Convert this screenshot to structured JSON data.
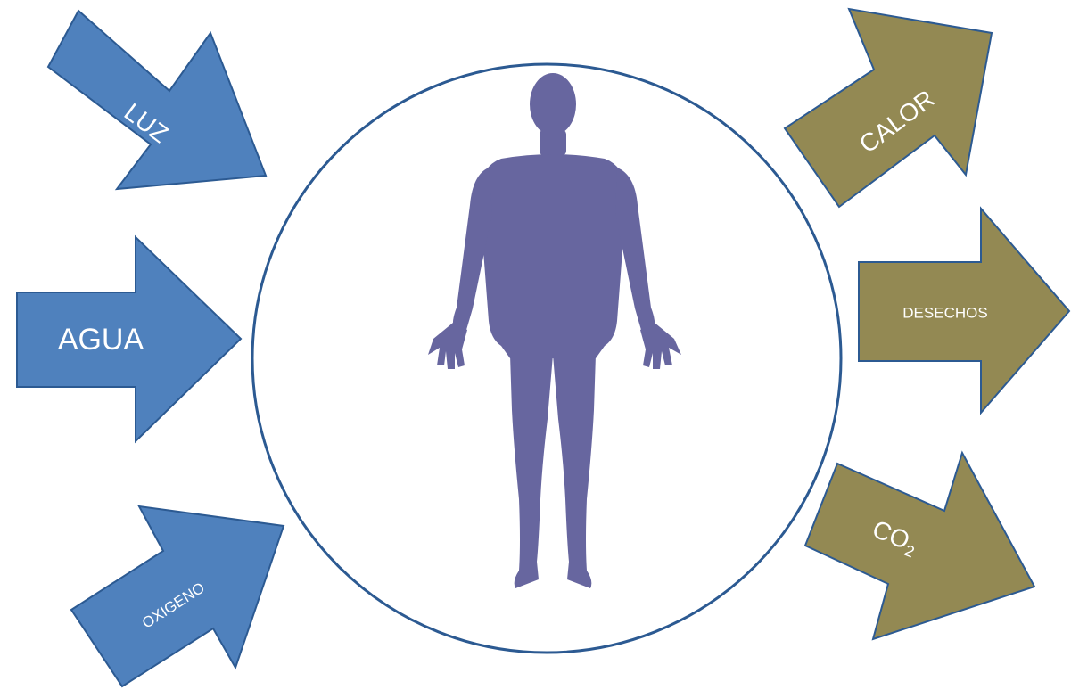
{
  "colors": {
    "input_arrow": "#4f81bd",
    "input_stroke": "#2c5a92",
    "output_arrow": "#938953",
    "output_stroke": "#2c5a92",
    "circle_stroke": "#2c5a92",
    "silhouette": "#67669f"
  },
  "inputs": {
    "luz": "LUZ",
    "agua": "AGUA",
    "oxigeno": "OXIGENO"
  },
  "outputs": {
    "calor": "CALOR",
    "desechos": "DESECHOS",
    "co2": "CO",
    "co2_sub": "2"
  },
  "center": {
    "icon": "human-silhouette-icon"
  }
}
